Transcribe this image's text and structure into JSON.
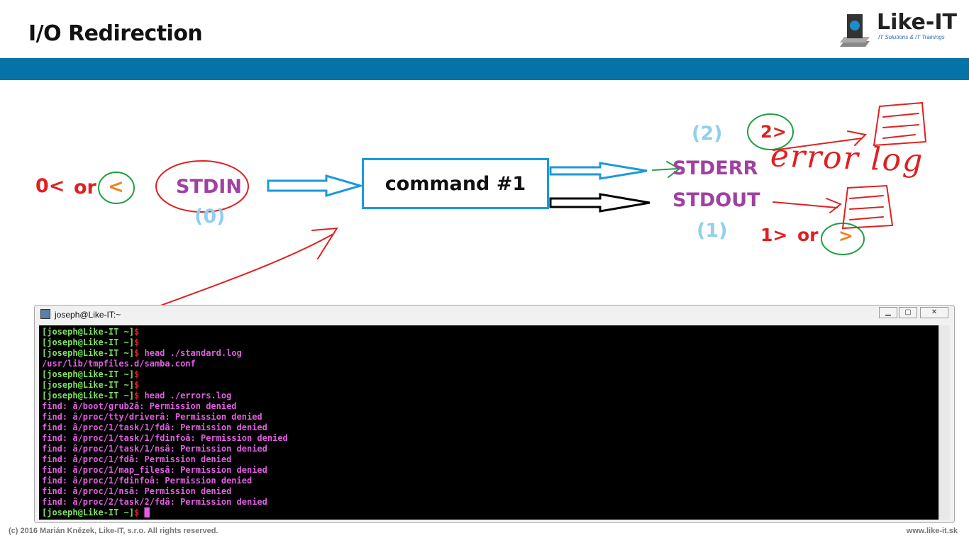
{
  "slide": {
    "title": "I/O Redirection",
    "footer": "(c) 2016 Marián Knězek, Like-IT, s.r.o. All rights reserved.",
    "url": "www.like-it.sk"
  },
  "logo": {
    "name": "Like-IT",
    "tagline": "IT Solutions & IT Trainings"
  },
  "diagram": {
    "stdin_redirect": "0<",
    "or1": "or",
    "lt": "<",
    "stdin": "STDIN",
    "stdin_fd": "(0)",
    "command": "command #1",
    "stderr_fd": "(2)",
    "stderr_redirect": "2>",
    "stderr": "STDERR",
    "stdout": "STDOUT",
    "stdout_fd": "(1)",
    "stdout_redirect": "1>",
    "or2": "or",
    "gt": ">",
    "handwritten": "error log"
  },
  "colors": {
    "accent_blue": "#0572a8",
    "red": "#e02020",
    "purple": "#a040a0",
    "light_blue": "#8fd0ec",
    "orange": "#f08020",
    "green": "#20a040"
  },
  "terminal": {
    "title": "joseph@Like-IT:~",
    "prompt": "[joseph@Like-IT ~]",
    "dollar": "$",
    "lines": [
      {
        "p": true,
        "cmd": ""
      },
      {
        "p": true,
        "cmd": ""
      },
      {
        "p": true,
        "cmd": " head ./standard.log"
      },
      {
        "p": false,
        "cmd": "/usr/lib/tmpfiles.d/samba.conf"
      },
      {
        "p": true,
        "cmd": ""
      },
      {
        "p": true,
        "cmd": ""
      },
      {
        "p": true,
        "cmd": " head ./errors.log"
      },
      {
        "p": false,
        "cmd": "find: â/boot/grub2â: Permission denied"
      },
      {
        "p": false,
        "cmd": "find: â/proc/tty/driverâ: Permission denied"
      },
      {
        "p": false,
        "cmd": "find: â/proc/1/task/1/fdâ: Permission denied"
      },
      {
        "p": false,
        "cmd": "find: â/proc/1/task/1/fdinfoâ: Permission denied"
      },
      {
        "p": false,
        "cmd": "find: â/proc/1/task/1/nsâ: Permission denied"
      },
      {
        "p": false,
        "cmd": "find: â/proc/1/fdâ: Permission denied"
      },
      {
        "p": false,
        "cmd": "find: â/proc/1/map_filesâ: Permission denied"
      },
      {
        "p": false,
        "cmd": "find: â/proc/1/fdinfoâ: Permission denied"
      },
      {
        "p": false,
        "cmd": "find: â/proc/1/nsâ: Permission denied"
      },
      {
        "p": false,
        "cmd": "find: â/proc/2/task/2/fdâ: Permission denied"
      },
      {
        "p": true,
        "cmd": " █"
      }
    ]
  }
}
